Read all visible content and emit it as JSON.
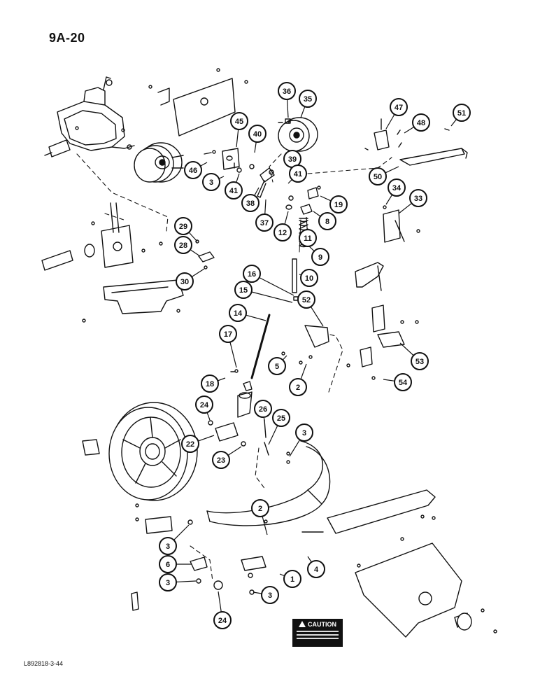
{
  "page": {
    "number": "9A-20",
    "reference_code": "L892818-3-44"
  },
  "caution_decal": {
    "heading": "CAUTION"
  },
  "callouts": [
    {
      "key": "c1",
      "label": "1"
    },
    {
      "key": "c2a",
      "label": "2"
    },
    {
      "key": "c2b",
      "label": "2"
    },
    {
      "key": "c3a",
      "label": "3"
    },
    {
      "key": "c3b",
      "label": "3"
    },
    {
      "key": "c3c",
      "label": "3"
    },
    {
      "key": "c3d",
      "label": "3"
    },
    {
      "key": "c3e",
      "label": "3"
    },
    {
      "key": "c4",
      "label": "4"
    },
    {
      "key": "c5",
      "label": "5"
    },
    {
      "key": "c6",
      "label": "6"
    },
    {
      "key": "c8",
      "label": "8"
    },
    {
      "key": "c9",
      "label": "9"
    },
    {
      "key": "c10",
      "label": "10"
    },
    {
      "key": "c11",
      "label": "11"
    },
    {
      "key": "c12",
      "label": "12"
    },
    {
      "key": "c14",
      "label": "14"
    },
    {
      "key": "c15",
      "label": "15"
    },
    {
      "key": "c16",
      "label": "16"
    },
    {
      "key": "c17",
      "label": "17"
    },
    {
      "key": "c18",
      "label": "18"
    },
    {
      "key": "c19",
      "label": "19"
    },
    {
      "key": "c22",
      "label": "22"
    },
    {
      "key": "c23",
      "label": "23"
    },
    {
      "key": "c24a",
      "label": "24"
    },
    {
      "key": "c24b",
      "label": "24"
    },
    {
      "key": "c25",
      "label": "25"
    },
    {
      "key": "c26",
      "label": "26"
    },
    {
      "key": "c28",
      "label": "28"
    },
    {
      "key": "c29",
      "label": "29"
    },
    {
      "key": "c30",
      "label": "30"
    },
    {
      "key": "c33",
      "label": "33"
    },
    {
      "key": "c34",
      "label": "34"
    },
    {
      "key": "c35",
      "label": "35"
    },
    {
      "key": "c36",
      "label": "36"
    },
    {
      "key": "c37",
      "label": "37"
    },
    {
      "key": "c38",
      "label": "38"
    },
    {
      "key": "c39",
      "label": "39"
    },
    {
      "key": "c40",
      "label": "40"
    },
    {
      "key": "c41a",
      "label": "41"
    },
    {
      "key": "c41b",
      "label": "41"
    },
    {
      "key": "c45",
      "label": "45"
    },
    {
      "key": "c46",
      "label": "46"
    },
    {
      "key": "c47",
      "label": "47"
    },
    {
      "key": "c48",
      "label": "48"
    },
    {
      "key": "c50",
      "label": "50"
    },
    {
      "key": "c51",
      "label": "51"
    },
    {
      "key": "c52",
      "label": "52"
    },
    {
      "key": "c53",
      "label": "53"
    },
    {
      "key": "c54",
      "label": "54"
    }
  ],
  "colors": {
    "ink": "#111111",
    "paper": "#ffffff"
  }
}
